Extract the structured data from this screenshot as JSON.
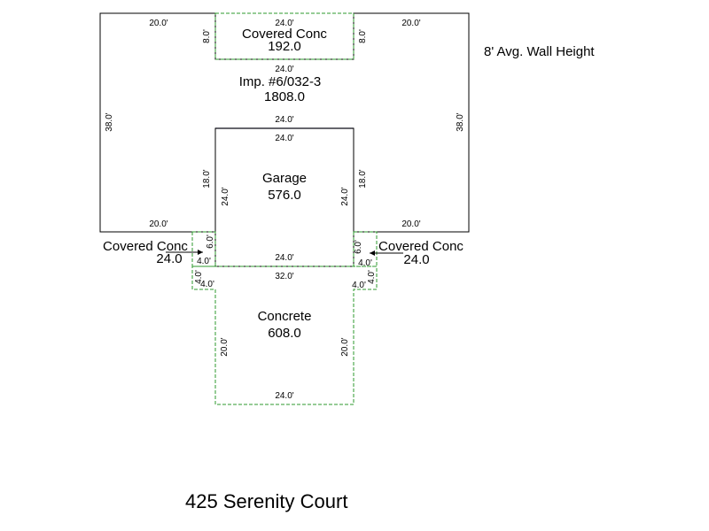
{
  "wall_height_note": "8' Avg. Wall Height",
  "address": "425 Serenity Court",
  "areas": {
    "main_house": {
      "name": "Imp. #6/032-3",
      "area": "1808.0"
    },
    "covered_conc_top": {
      "name": "Covered Conc",
      "area": "192.0"
    },
    "garage": {
      "name": "Garage",
      "area": "576.0"
    },
    "covered_conc_left": {
      "name": "Covered Conc",
      "area": "24.0"
    },
    "covered_conc_right": {
      "name": "Covered Conc",
      "area": "24.0"
    },
    "concrete": {
      "name": "Concrete",
      "area": "608.0"
    }
  },
  "dimensions": {
    "top_left_wall": "20.0'",
    "top_right_wall": "20.0'",
    "porch_top": "24.0'",
    "porch_left": "8.0'",
    "porch_right": "8.0'",
    "porch_bottom": "24.0'",
    "left_wall": "38.0'",
    "right_wall": "38.0'",
    "garage_top_outer": "24.0'",
    "garage_top_inner": "24.0'",
    "garage_left_outer": "18.0'",
    "garage_left_inner": "24.0'",
    "garage_right_inner": "24.0'",
    "garage_right_outer": "18.0'",
    "bottom_left_wall": "20.0'",
    "bottom_right_wall": "20.0'",
    "garage_bottom": "24.0'",
    "left_cc_side": "6.0'",
    "left_cc_bottom": "4.0'",
    "right_cc_side": "6.0'",
    "right_cc_bottom": "4.0'",
    "left_step_side": "4.0'",
    "left_step_bottom": "4.0'",
    "right_step_side": "4.0'",
    "right_step_bottom": "4.0'",
    "concrete_top": "32.0'",
    "concrete_left": "20.0'",
    "concrete_right": "20.0'",
    "concrete_bottom": "24.0'"
  }
}
